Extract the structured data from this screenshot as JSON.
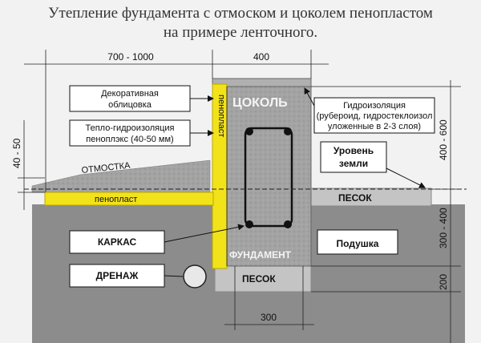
{
  "title_line1": "Утепление фундамента с отмоском и цоколем пенопластом",
  "title_line2": "на примере ленточного.",
  "dims": {
    "top_left": "700 - 1000",
    "top_right": "400",
    "left_small": "40 - 50",
    "right_1": "400 - 600",
    "right_2": "300 - 400",
    "right_3": "200",
    "bottom": "300"
  },
  "labels": {
    "decor_1": "Декоративная",
    "decor_2": "облицовка",
    "insul_1": "Тепло-гидроизоляция",
    "insul_2": "пеноплэкс (40-50 мм)",
    "otmostka": "ОТМОСТКА",
    "penoplast_h": "пенопласт",
    "penoplast_v": "пенопласт",
    "tsokol": "ЦОКОЛЬ",
    "hydro_1": "Гидроизоляция",
    "hydro_2": "(рубероид, гидростеклоизол",
    "hydro_3": "уложенные в 2-3 слоя)",
    "level_1": "Уровень",
    "level_2": "земли",
    "pesok_right": "ПЕСОК",
    "karkas": "КАРКАС",
    "podushka": "Подушка",
    "fundament": "ФУНДАМЕНТ",
    "drenazh": "ДРЕНАЖ",
    "pesok_bottom": "ПЕСОК"
  },
  "colors": {
    "penoplast": "#f2e21a",
    "concrete": "#9e9e9e",
    "soil": "#8c8c8c",
    "sand": "#c4c4c4"
  }
}
